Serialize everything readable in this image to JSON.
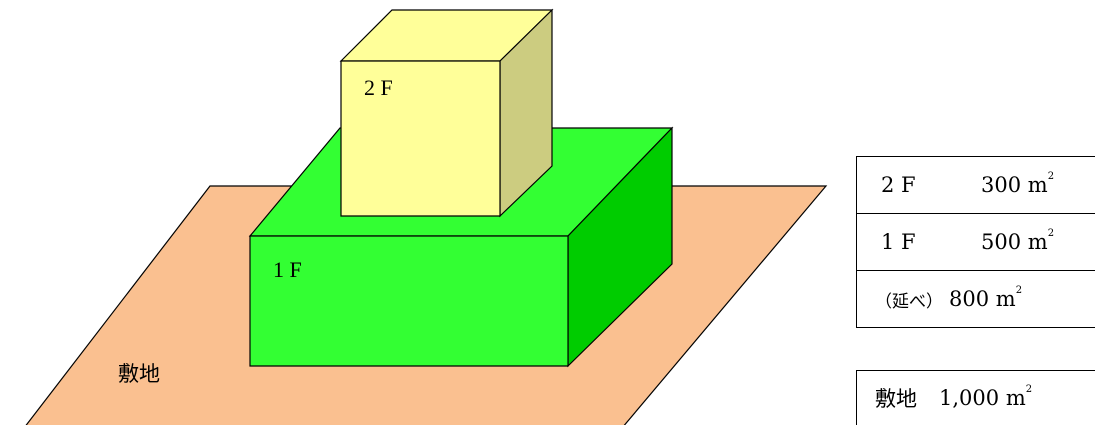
{
  "diagram": {
    "site_label": "敷地",
    "floor_2_label": "2 F",
    "floor_1_label": "1 F"
  },
  "area_table": [
    {
      "floor": "2 F",
      "area": "300",
      "unit": "m",
      "unit_sup": "2"
    },
    {
      "floor": "1 F",
      "area": "500",
      "unit": "m",
      "unit_sup": "2"
    },
    {
      "floor": "（延べ）",
      "area": "800",
      "unit": "m",
      "unit_sup": "2"
    }
  ],
  "site_table": {
    "floor": "敷地",
    "area": "1,000",
    "unit": "m",
    "unit_sup": "2"
  },
  "colors": {
    "site": "#FAC090",
    "floor1_front": "#33FF33",
    "floor1_top": "#33FF33",
    "floor1_side": "#00CC00",
    "floor2_front": "#FFFF99",
    "floor2_top": "#FFFF99",
    "floor2_side": "#CCCC80"
  }
}
